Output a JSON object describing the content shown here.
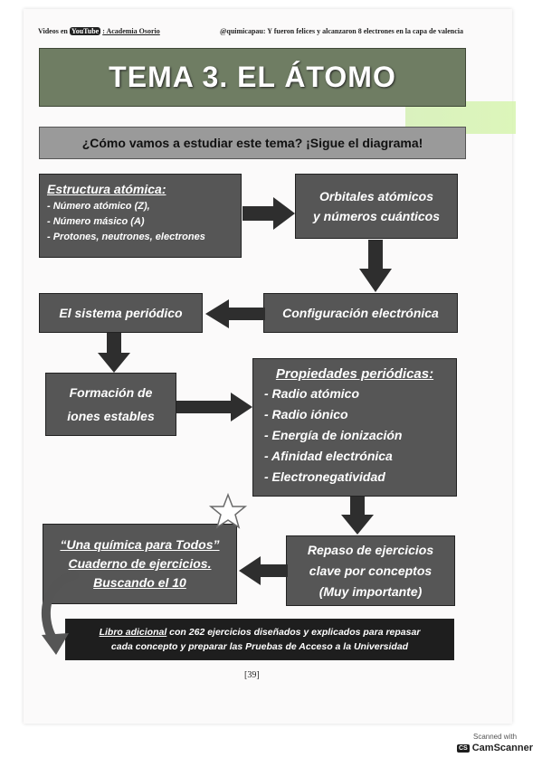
{
  "header": {
    "videos_prefix": "Videos en",
    "youtube": "YouTube",
    "channel": ": Academia Osorio",
    "handle_quote": "@quimicapau: Y fueron felices y alcanzaron 8 electrones en la capa de valencia"
  },
  "title": "TEMA 3. EL ÁTOMO",
  "subtitle": "¿Cómo vamos a estudiar este tema? ¡Sigue el diagrama!",
  "boxes": {
    "estructura": {
      "heading": "Estructura atómica:",
      "items": [
        "- Número atómico (Z),",
        "- Número másico (A)",
        "- Protones, neutrones, electrones"
      ]
    },
    "orbitales": {
      "line1": "Orbitales atómicos",
      "line2": "y números cuánticos"
    },
    "configuracion": "Configuración electrónica",
    "sistema": "El sistema periódico",
    "formacion": {
      "line1": "Formación de",
      "line2": "iones estables"
    },
    "propiedades": {
      "heading": "Propiedades periódicas:",
      "items": [
        "- Radio atómico",
        "- Radio iónico",
        "- Energía de ionización",
        "- Afinidad electrónica",
        "- Electronegatividad"
      ]
    },
    "repaso": {
      "line1": "Repaso de ejercicios",
      "line2": "clave por conceptos",
      "line3": "(Muy importante)"
    },
    "libro": {
      "line1": "“Una química para Todos”",
      "line2": "Cuaderno de ejercicios.",
      "line3": "Buscando el 10"
    }
  },
  "banner": {
    "link": "Libro adicional",
    "text1": " con 262 ejercicios diseñados y explicados para repasar",
    "text2": "cada concepto y preparar las Pruebas de Acceso a la Universidad"
  },
  "page_number": "[39]",
  "scanner": {
    "line1": "Scanned with",
    "icon": "CS",
    "brand": "CamScanner"
  },
  "colors": {
    "title_bg": "#6f7d63",
    "box_bg": "#565656",
    "subtitle_bg": "#9a9a9a",
    "arrow": "#2e2e2e",
    "highlight": "#c8eea0"
  }
}
